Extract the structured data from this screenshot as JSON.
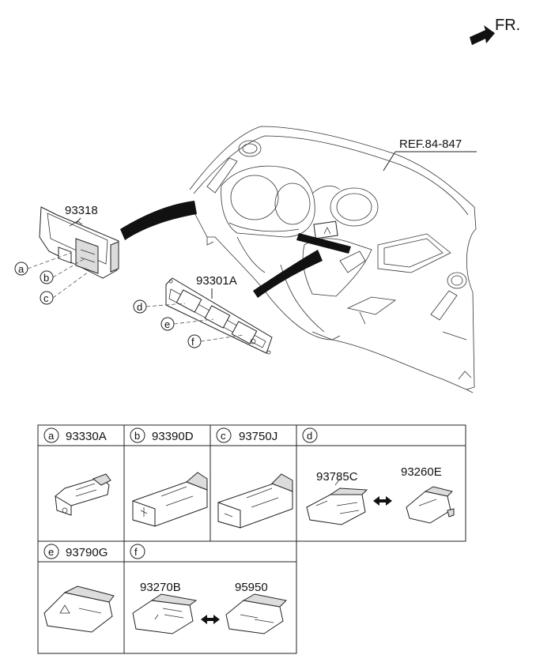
{
  "direction": {
    "label": "FR."
  },
  "reference": {
    "label": "REF.84-847"
  },
  "callouts": {
    "assembly_left": "93318",
    "assembly_center": "93301A"
  },
  "circle_letters": {
    "a": "a",
    "b": "b",
    "c": "c",
    "d": "d",
    "e": "e",
    "f": "f"
  },
  "table": {
    "headers": [
      {
        "letter": "a",
        "part": "93330A"
      },
      {
        "letter": "b",
        "part": "93390D"
      },
      {
        "letter": "c",
        "part": "93750J"
      },
      {
        "letter": "d",
        "part": ""
      },
      {
        "letter": "e",
        "part": "93790G"
      },
      {
        "letter": "f",
        "part": ""
      }
    ],
    "d_parts": [
      "93785C",
      "93260E"
    ],
    "f_parts": [
      "93270B",
      "95950"
    ]
  }
}
